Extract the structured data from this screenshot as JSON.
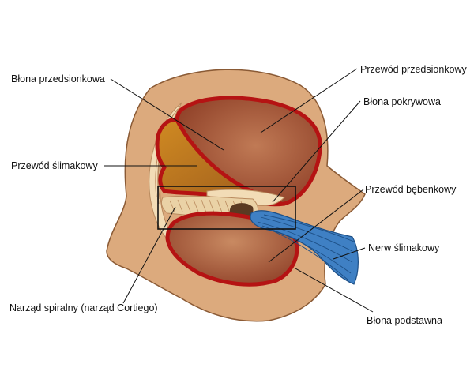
{
  "labels": {
    "blona_przedsionkowa": "Błona przedsionkowa",
    "przewod_przedsionkowy": "Przewód przedsionkowy",
    "blona_pokrywowa": "Błona pokrywowa",
    "przewod_slimakowy": "Przewód ślimakowy",
    "przewod_bebenkowy": "Przewód bębenkowy",
    "nerw_slimakowy": "Nerw ślimakowy",
    "narzad_spiralny": "Narząd spiralny (narząd Cortiego)",
    "blona_podstawna": "Błona podstawna"
  },
  "colors": {
    "bone": "#dcaa7d",
    "bone_stroke": "#8a5a35",
    "outline_red": "#b51313",
    "duct_brown": "#a85a38",
    "cochlear_duct": "#c8821f",
    "nerve_blue": "#3f80c4",
    "membrane_cream": "#f2dcb6"
  }
}
